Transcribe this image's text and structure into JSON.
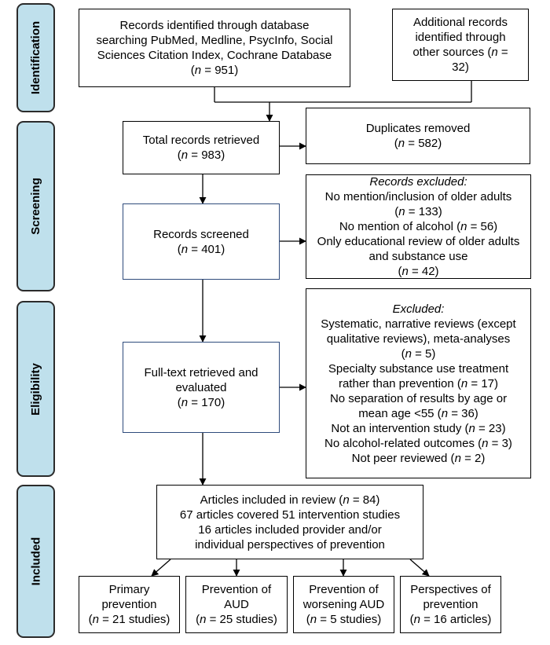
{
  "phases": [
    "Identification",
    "Screening",
    "Eligibility",
    "Included"
  ],
  "boxes": {
    "db_records": [
      "Records identified through database",
      "searching PubMed, Medline, PsycInfo, Social",
      "Sciences Citation Index, Cochrane Database",
      "(n = 951)"
    ],
    "other_records": [
      "Additional records",
      "identified through",
      "other sources (n =",
      "32)"
    ],
    "total": [
      "Total records retrieved",
      "(n = 983)"
    ],
    "duplicates": [
      "Duplicates removed",
      "(n = 582)"
    ],
    "screened": [
      "Records screened",
      "(n = 401)"
    ],
    "excluded1": [
      "Records excluded:",
      "No mention/inclusion of older adults",
      "(n = 133)",
      "No mention of alcohol (n = 56)",
      "Only educational review of older adults",
      "and substance use",
      "(n = 42)"
    ],
    "fulltext": [
      "Full-text retrieved and",
      "evaluated",
      "(n = 170)"
    ],
    "excluded2": [
      "Excluded:",
      "Systematic, narrative reviews (except",
      "qualitative reviews), meta-analyses",
      "(n = 5)",
      "Specialty substance use treatment",
      "rather than prevention (n = 17)",
      "No separation of results by age or",
      "mean age <55 (n = 36)",
      "Not an intervention study (n = 23)",
      "No alcohol-related outcomes (n = 3)",
      "Not peer reviewed (n = 2)"
    ],
    "included": [
      "Articles included in review (n = 84)",
      "67 articles covered 51 intervention studies",
      "16 articles included provider and/or",
      "individual perspectives of prevention"
    ],
    "primary": [
      "Primary",
      "prevention",
      "(n = 21 studies)"
    ],
    "aud": [
      "Prevention of",
      "AUD",
      "(n = 25 studies)"
    ],
    "worsening": [
      "Prevention of",
      "worsening AUD",
      "(n = 5 studies)"
    ],
    "perspectives": [
      "Perspectives of",
      "prevention",
      "(n = 16 articles)"
    ]
  }
}
